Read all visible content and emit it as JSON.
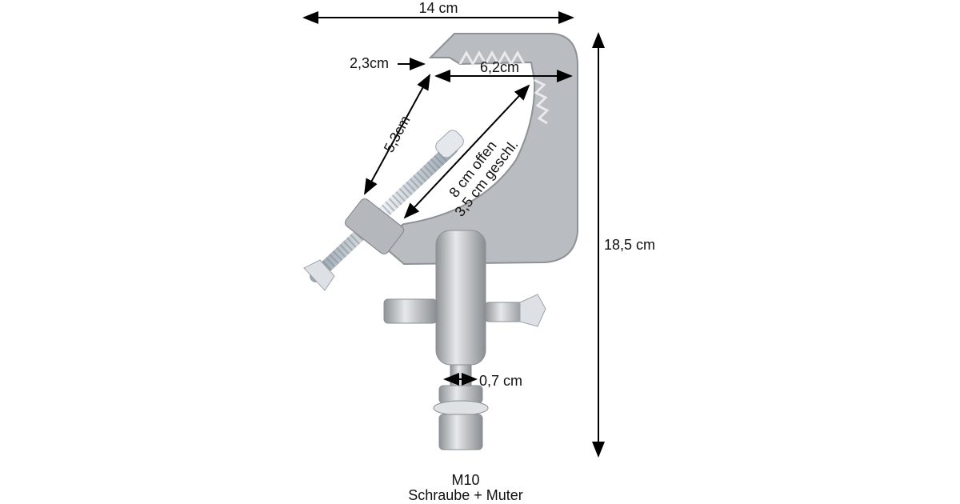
{
  "labels": {
    "width_total": "14 cm",
    "height_total": "18,5 cm",
    "jaw_tip": "2,3cm",
    "jaw_depth": "6,2cm",
    "jaw_side": "5,3cm",
    "opening_open": "8 cm offen",
    "opening_closed": "3,5 cm geschl.",
    "bolt_diameter": "0,7 cm",
    "bolt_size": "M10",
    "bolt_desc": "Schraube + Muter"
  },
  "colors": {
    "metal": "#b9bcc0",
    "metal_dark": "#8e9296",
    "arrow": "#000000"
  }
}
